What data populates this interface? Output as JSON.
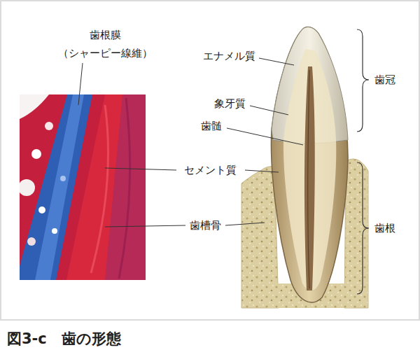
{
  "diagram": {
    "caption": "図3-c　歯の形態",
    "labels": [
      "歯根膜",
      "（シャーピー線維）",
      "エナメル質",
      "象牙質",
      "歯髄",
      "歯冠",
      "セメント質",
      "歯根",
      "歯槽骨"
    ]
  }
}
